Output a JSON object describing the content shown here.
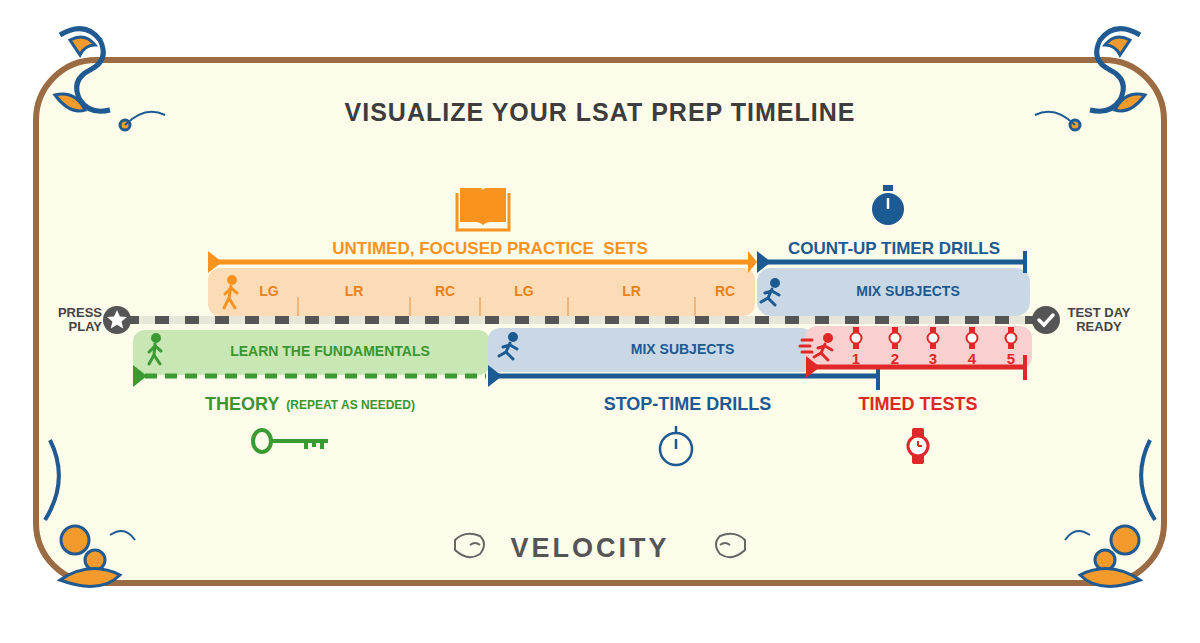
{
  "diagram": {
    "title": "VISUALIZE YOUR LSAT PREP TIMELINE",
    "nodes": [
      {
        "text": [
          "UNTIMED, FOCUSED PRACTICE  SETS"
        ]
      },
      {
        "text": [
          "LG"
        ],
        "in": 0
      },
      {
        "text": [
          "LR"
        ],
        "in": 0
      },
      {
        "text": [
          "RC"
        ],
        "in": 0
      },
      {
        "text": [
          "LG"
        ],
        "in": 0
      },
      {
        "text": [
          "LR"
        ],
        "in": 0
      },
      {
        "text": [
          "RC"
        ],
        "in": 0
      },
      {
        "text": [
          "COUNT-UP TIMER DRILLS",
          "MIX SUBJECTS"
        ]
      },
      {
        "text": [
          "LEARN THE FUNDAMENTALS",
          "THEORY",
          "(REPEAT AS NEEDED)"
        ]
      },
      {
        "text": [
          "MIX SUBJECTS",
          "STOP-TIME DRILLS"
        ]
      },
      {
        "text": [
          "TIMED TESTS"
        ]
      }
    ],
    "labels": [
      "PRESS PLAY",
      "TEST DAY READY",
      "1",
      "2",
      "3",
      "4",
      "5",
      "VELOCITY"
    ]
  }
}
